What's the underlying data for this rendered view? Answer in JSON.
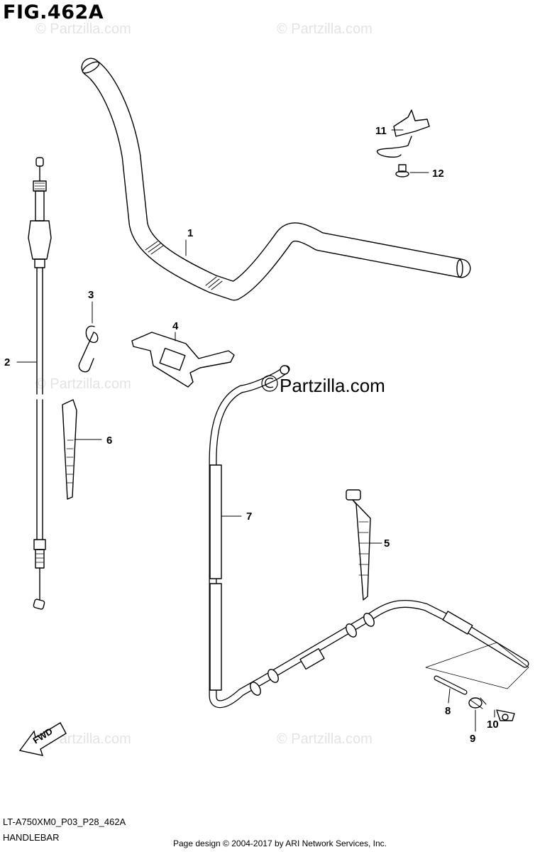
{
  "figure": {
    "title": "FIG.462A"
  },
  "footer": {
    "code": "LT-A750XM0_P03_P28_462A",
    "name": "HANDLEBAR",
    "credit": "Page design © 2004-2017 by ARI Network Services, Inc."
  },
  "brand": {
    "text": "Partzilla.com",
    "icon": "copyright-circle-icon"
  },
  "watermark": {
    "text": "© Partzilla.com",
    "color": "#e3e3e3"
  },
  "direction_badge": {
    "label": "FWD",
    "icon": "arrow-left-icon"
  },
  "callouts": [
    "1",
    "2",
    "3",
    "4",
    "5",
    "6",
    "7",
    "8",
    "9",
    "10",
    "11",
    "12"
  ],
  "colors": {
    "ink": "#000000",
    "background": "#ffffff",
    "watermark": "#e3e3e3"
  }
}
